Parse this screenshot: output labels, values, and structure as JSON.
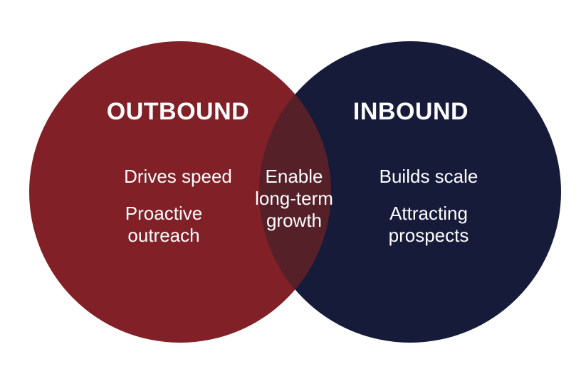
{
  "colors": {
    "outbound": "#812027",
    "inbound": "#161b3a",
    "overlap": "#562029",
    "text": "#ffffff",
    "background": "#ffffff"
  },
  "outbound": {
    "title": "OUTBOUND",
    "point_1": "Drives speed",
    "point_2_line_1": "Proactive",
    "point_2_line_2": "outreach"
  },
  "inbound": {
    "title": "INBOUND",
    "point_1": "Builds scale",
    "point_2_line_1": "Attracting",
    "point_2_line_2": "prospects"
  },
  "overlap": {
    "line_1": "Enable",
    "line_2": "long-term",
    "line_3": "growth"
  }
}
